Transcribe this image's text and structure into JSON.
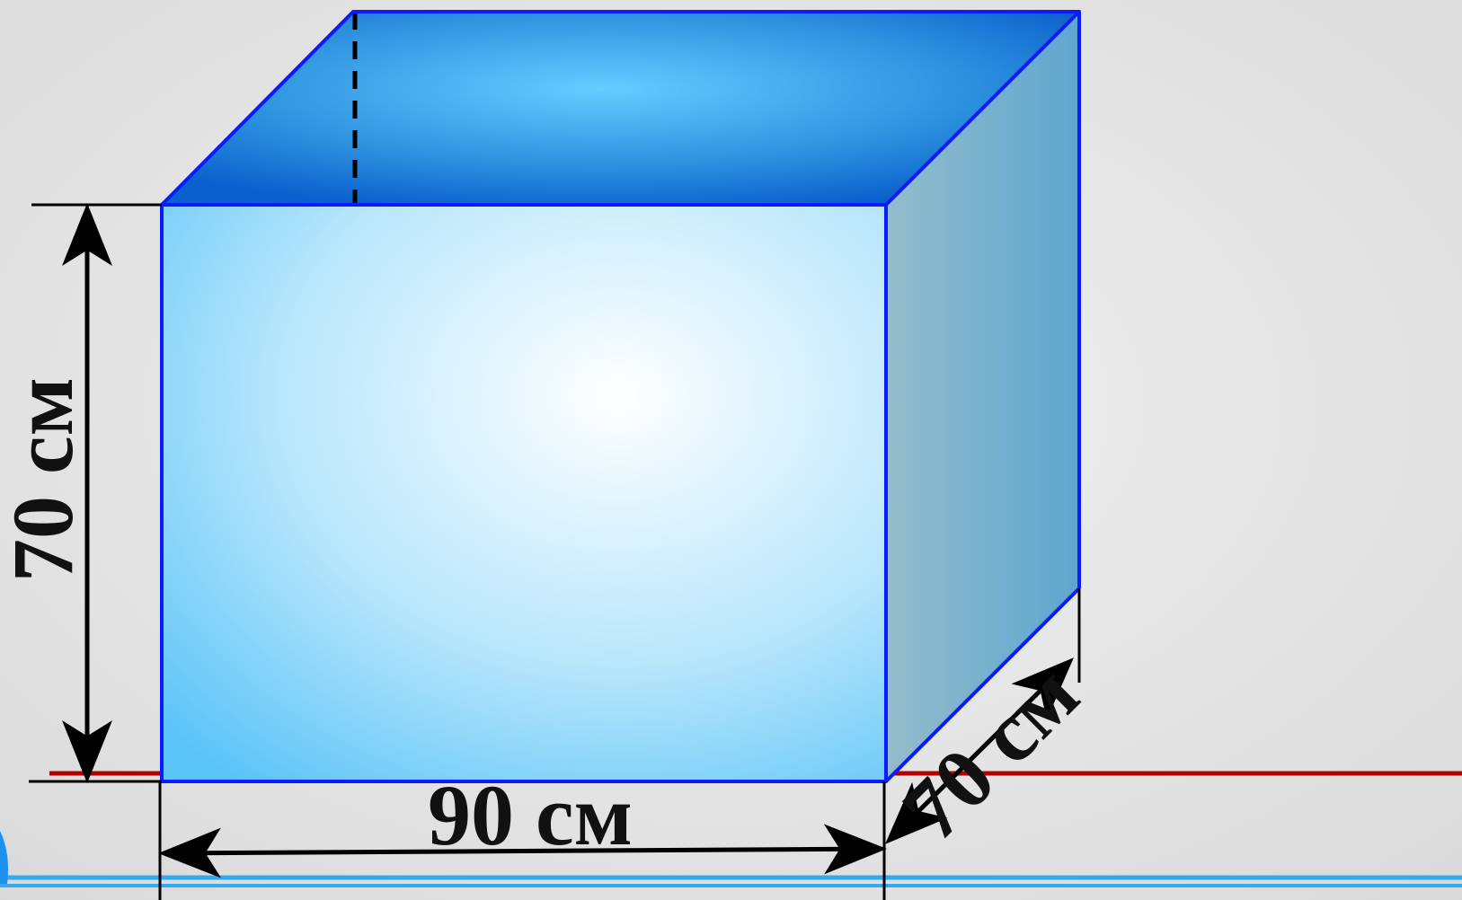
{
  "diagram": {
    "shape": "rectangular-box",
    "dimensions": {
      "width": {
        "label": "90 см"
      },
      "height": {
        "label": "70 см"
      },
      "depth": {
        "label": "70 см"
      }
    },
    "colors": {
      "front_face_center": "#ffffff",
      "front_face_edge": "#5bc4f7",
      "top_face_center": "#66ccff",
      "top_face_edge": "#0a60cc",
      "side_face_light": "#93bccb",
      "side_face_dark": "#5ea6cf",
      "edges": "#0a1cff",
      "dimension_lines": "#000000",
      "ground_line": "#b30000",
      "water_stripe": "#33aaee"
    }
  }
}
